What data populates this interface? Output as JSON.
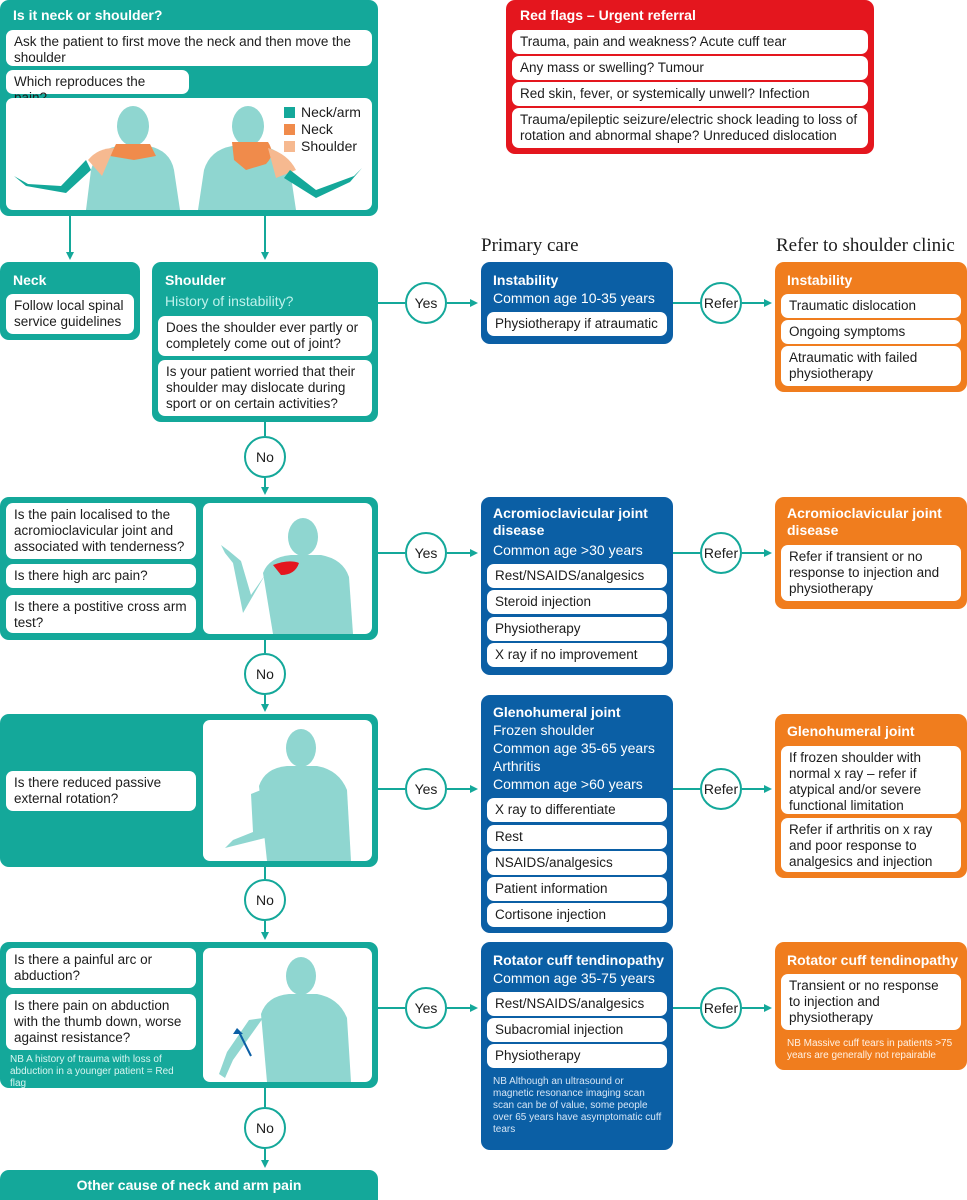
{
  "colors": {
    "teal": "#14a89a",
    "blue": "#0b5fa5",
    "orange": "#f07d1e",
    "red": "#e4161e",
    "figure": "#8fd6d0",
    "neck_highlight": "#f08b4b",
    "shoulder_highlight": "#f6b990",
    "lesion": "#e4161e"
  },
  "column_headings": {
    "primary": "Primary care",
    "refer": "Refer to shoulder clinic"
  },
  "top": {
    "title": "Is it neck or shoulder?",
    "items": [
      "Ask the patient to first move the neck and then move the shoulder",
      "Which reproduces the pain?"
    ],
    "legend": [
      {
        "label": "Neck/arm",
        "color": "#14a89a"
      },
      {
        "label": "Neck",
        "color": "#f08b4b"
      },
      {
        "label": "Shoulder",
        "color": "#f6b990"
      }
    ]
  },
  "red_flags": {
    "title": "Red flags – Urgent referral",
    "items": [
      "Trauma, pain and weakness? Acute cuff tear",
      "Any mass or swelling? Tumour",
      "Red skin, fever, or systemically unwell? Infection",
      "Trauma/epileptic seizure/electric shock leading to loss of rotation and abnormal shape? Unreduced dislocation"
    ]
  },
  "neck": {
    "title": "Neck",
    "items": [
      "Follow local spinal service guidelines"
    ]
  },
  "shoulder": {
    "title": "Shoulder",
    "subtitle": "History of instability?",
    "items": [
      "Does the shoulder ever partly or completely come out of joint?",
      "Is your patient worried that their shoulder may dislocate during sport or on certain activities?"
    ]
  },
  "connectors": {
    "yes": "Yes",
    "no": "No",
    "refer": "Refer"
  },
  "instability_primary": {
    "title": "Instability",
    "lines": [
      "Common age 10-35 years"
    ],
    "items": [
      "Physiotherapy if atraumatic"
    ]
  },
  "instability_refer": {
    "title": "Instability",
    "items": [
      "Traumatic dislocation",
      "Ongoing symptoms",
      "Atraumatic with failed physiotherapy"
    ]
  },
  "ac_question": {
    "items": [
      "Is the pain localised to the acromioclavicular joint and associated with tenderness?",
      "Is there high arc pain?",
      "Is there a postitive cross arm test?"
    ]
  },
  "ac_primary": {
    "title": "Acromioclavicular joint disease",
    "lines": [
      "Common age >30 years"
    ],
    "items": [
      "Rest/NSAIDS/analgesics",
      "Steroid injection",
      "Physiotherapy",
      "X ray if no improvement"
    ]
  },
  "ac_refer": {
    "title": "Acromioclavicular joint disease",
    "items": [
      "Refer if transient or no response to injection and physiotherapy"
    ]
  },
  "gh_question": {
    "items": [
      "Is there reduced passive external rotation?"
    ]
  },
  "gh_primary": {
    "title": "Glenohumeral joint",
    "lines": [
      "Frozen shoulder",
      "Common age 35-65 years",
      "Arthritis",
      "Common age >60 years"
    ],
    "items": [
      "X ray to differentiate",
      "Rest",
      "NSAIDS/analgesics",
      "Patient information",
      "Cortisone injection"
    ]
  },
  "gh_refer": {
    "title": "Glenohumeral joint",
    "items": [
      "If frozen shoulder with normal x ray – refer if atypical and/or severe functional limitation",
      "Refer if arthritis on x ray and poor response to analgesics and injection"
    ]
  },
  "rc_question": {
    "items": [
      "Is there a painful arc or abduction?",
      "Is there pain on abduction with the thumb down, worse against resistance?"
    ],
    "note": "NB A history of trauma with loss of abduction in a younger patient = Red flag"
  },
  "rc_primary": {
    "title": "Rotator cuff tendinopathy",
    "lines": [
      "Common age 35-75 years"
    ],
    "items": [
      "Rest/NSAIDS/analgesics",
      "Subacromial injection",
      "Physiotherapy"
    ],
    "note": "NB Although an ultrasound or magnetic resonance imaging scan scan can be of value, some people over 65 years have asymptomatic cuff tears"
  },
  "rc_refer": {
    "title": "Rotator cuff tendinopathy",
    "items": [
      "Transient or no response to injection and physiotherapy"
    ],
    "note": "NB Massive cuff tears in patients >75 years are generally not repairable"
  },
  "bottom": {
    "label": "Other cause of neck and arm pain"
  }
}
